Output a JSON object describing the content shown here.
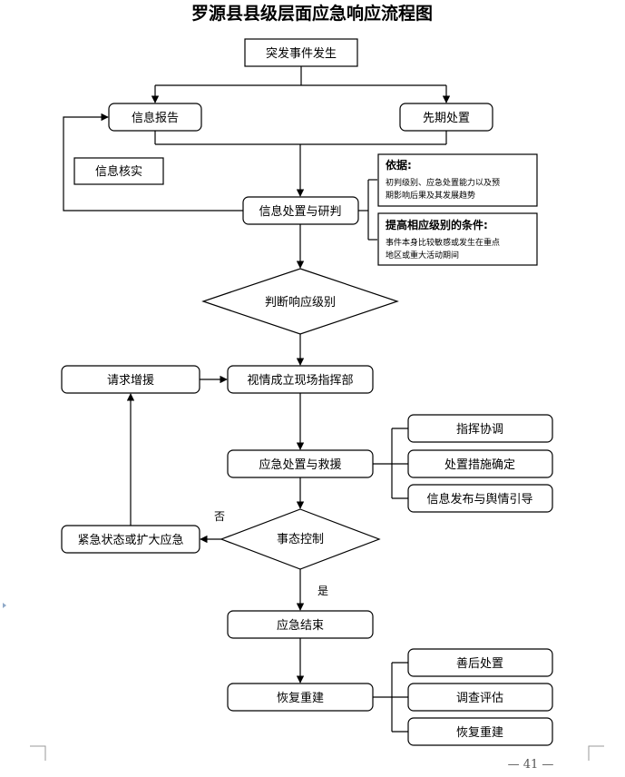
{
  "title": "罗源县县级层面应急响应流程图",
  "nodes": {
    "incident": "突发事件发生",
    "info_report": "信息报告",
    "initial_response": "先期处置",
    "info_verify": "信息核实",
    "info_process": "信息处置与研判",
    "judge_level": "判断响应级别",
    "request_support": "请求增援",
    "command_post": "视情成立现场指挥部",
    "command_coord": "指挥协调",
    "emergency_rescue": "应急处置与救援",
    "measures": "处置措施确定",
    "info_release": "信息发布与舆情引导",
    "escalate": "紧急状态或扩大应急",
    "control": "事态控制",
    "end": "应急结束",
    "aftermath": "善后处置",
    "investigation": "调查评估",
    "recovery": "恢复重建",
    "recovery_side": "恢复重建"
  },
  "notes": {
    "basis_title": "依据:",
    "basis_line1": "初判级别、应急处置能力以及预",
    "basis_line2": "期影响后果及其发展趋势",
    "raise_title": "提高相应级别的条件:",
    "raise_line1": "事件本身比较敏感或发生在重点",
    "raise_line2": "地区或重大活动期间"
  },
  "branch": {
    "no": "否",
    "yes": "是"
  },
  "page_number": "— 41 —"
}
